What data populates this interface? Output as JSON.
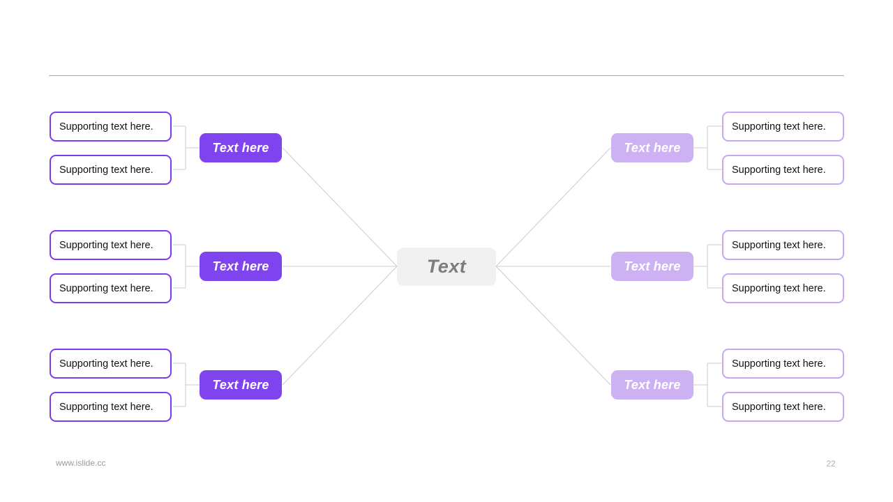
{
  "slide": {
    "footer_url": "www.islide.cc",
    "page_number": "22",
    "colors": {
      "branch_left_fill": "#8044ee",
      "branch_right_fill": "#ccb2f3",
      "center_fill": "#f1f1f1",
      "center_text": "#7d7d7d",
      "support_border_left": "#7c3aed",
      "support_border_right": "#c4a8f0",
      "connector_line": "#cccccc",
      "header_rule": "#aaaaaa"
    }
  },
  "center": {
    "label": "Text"
  },
  "branches": {
    "left": [
      {
        "label": "Text here",
        "supports": [
          {
            "text": "Supporting text here."
          },
          {
            "text": "Supporting text here."
          }
        ]
      },
      {
        "label": "Text here",
        "supports": [
          {
            "text": "Supporting text here."
          },
          {
            "text": "Supporting text here."
          }
        ]
      },
      {
        "label": "Text here",
        "supports": [
          {
            "text": "Supporting text here."
          },
          {
            "text": "Supporting text here."
          }
        ]
      }
    ],
    "right": [
      {
        "label": "Text here",
        "supports": [
          {
            "text": "Supporting text here."
          },
          {
            "text": "Supporting text here."
          }
        ]
      },
      {
        "label": "Text here",
        "supports": [
          {
            "text": "Supporting text here."
          },
          {
            "text": "Supporting text here."
          }
        ]
      },
      {
        "label": "Text here",
        "supports": [
          {
            "text": "Supporting text here."
          },
          {
            "text": "Supporting text here."
          }
        ]
      }
    ]
  }
}
